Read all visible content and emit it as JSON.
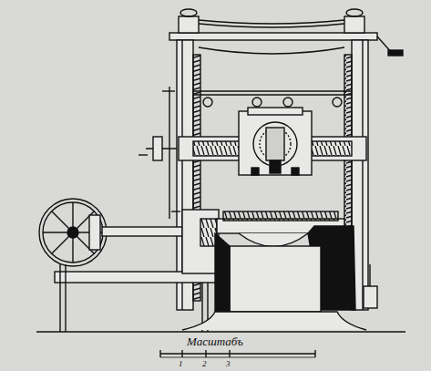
{
  "diagram": {
    "labels": [
      "Масштабъ",
      "1",
      "2",
      "3"
    ]
  }
}
